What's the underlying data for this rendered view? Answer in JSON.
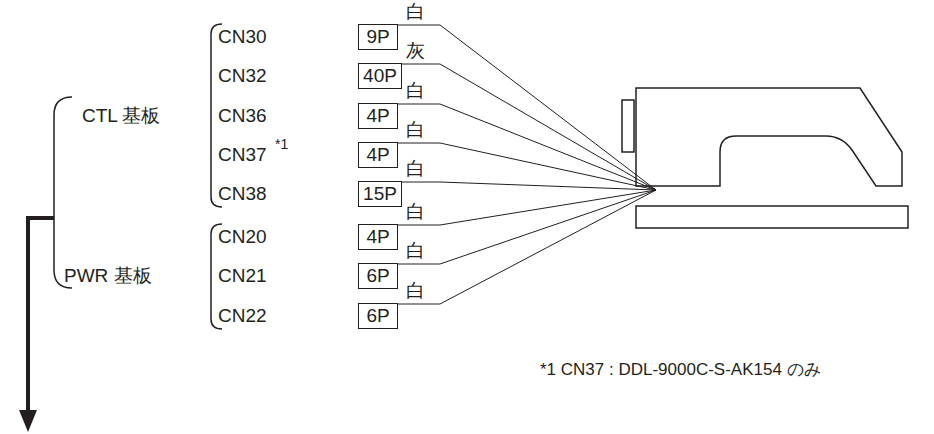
{
  "diagram": {
    "nodes": [
      {
        "text": [
          "9P"
        ]
      },
      {
        "text": [
          "40P"
        ]
      },
      {
        "text": [
          "4P"
        ]
      },
      {
        "text": [
          "4P"
        ]
      },
      {
        "text": [
          "15P"
        ]
      },
      {
        "text": [
          "4P"
        ]
      },
      {
        "text": [
          "6P"
        ]
      },
      {
        "text": [
          "6P"
        ]
      }
    ],
    "labels": [
      "CN30",
      "白",
      "CN32",
      "灰",
      "CN36",
      "白",
      "CN37",
      "*1",
      "白",
      "CN38",
      "白",
      "CTL 基板",
      "CN20",
      "白",
      "CN21",
      "白",
      "CN22",
      "白",
      "PWR 基板",
      "*1 CN37 : DDL-9000C-S-AK154 のみ"
    ]
  }
}
